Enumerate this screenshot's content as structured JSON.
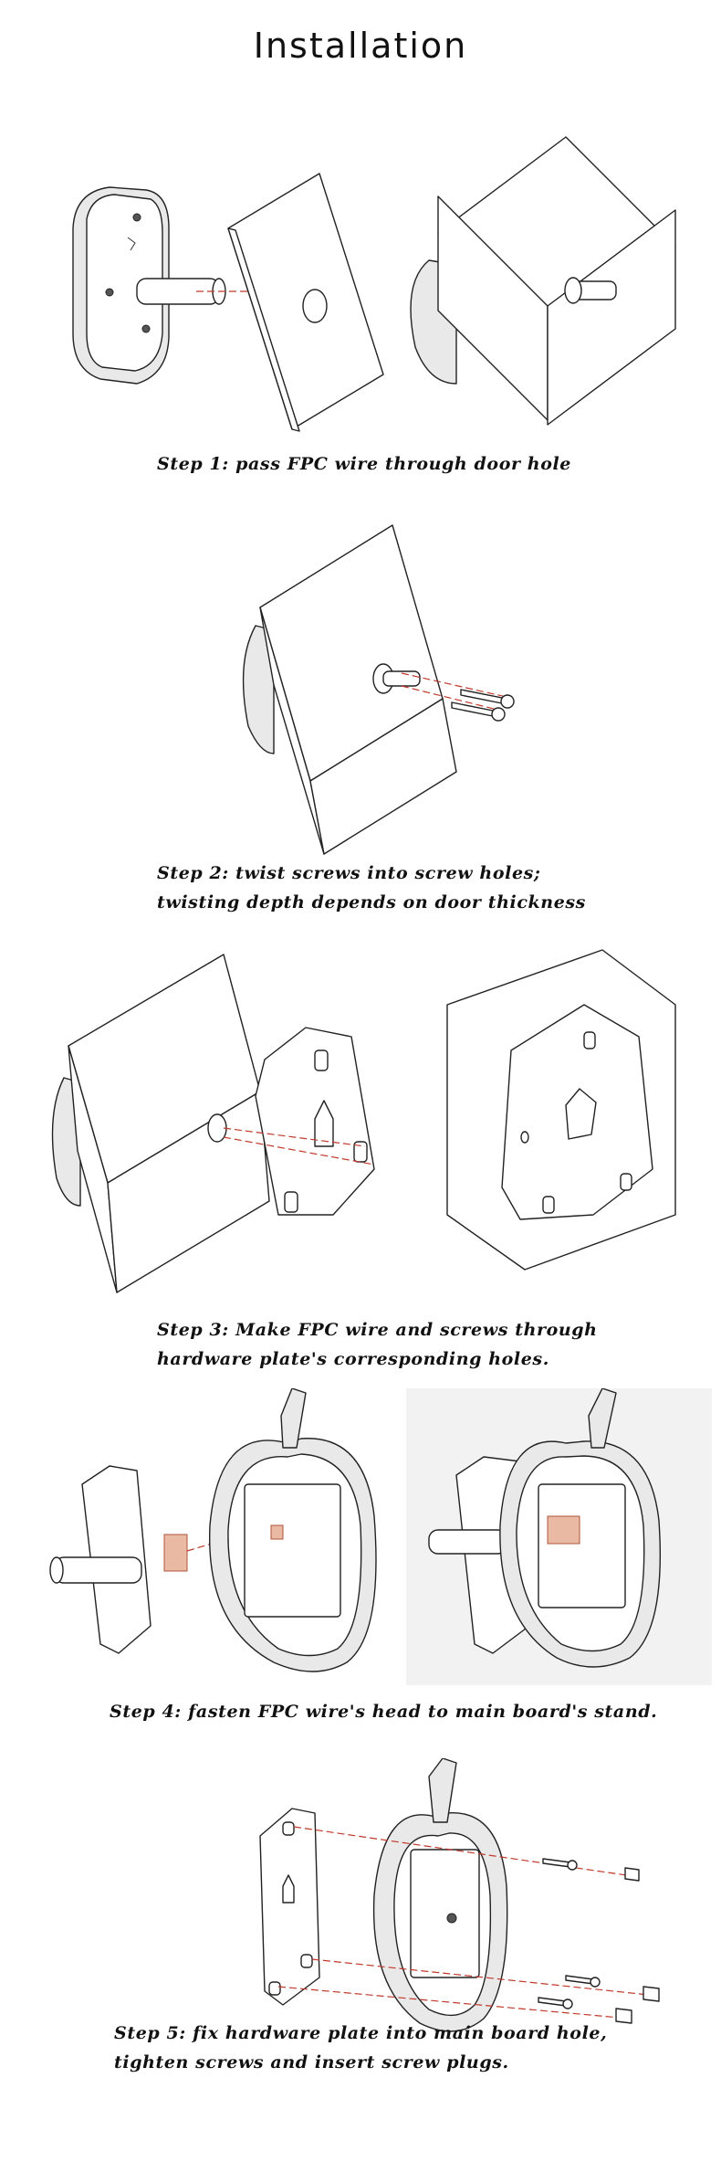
{
  "title": "Installation",
  "steps": [
    {
      "caption": "Step 1: pass FPC wire through door hole",
      "lines": [
        "Step 1: pass FPC wire through door hole"
      ]
    },
    {
      "caption": "Step 2: twist screws into screw holes; twisting depth depends on door thickness",
      "lines": [
        "Step 2: twist screws into screw holes;",
        "twisting depth depends on door thickness"
      ]
    },
    {
      "caption": "Step 3: Make FPC wire and screws through hardware plate's corresponding holes.",
      "lines": [
        "Step 3: Make FPC wire and screws through",
        "hardware plate's corresponding holes."
      ]
    },
    {
      "caption": "Step 4: fasten FPC wire's head to main board's stand.",
      "lines": [
        "Step 4: fasten FPC wire's head to main board's stand."
      ]
    },
    {
      "caption": "Step 5: fix hardware plate into main board hole, tighten screws and insert screw plugs.",
      "lines": [
        "Step 5: fix hardware plate into main board hole,",
        "tighten screws and insert screw plugs."
      ]
    }
  ]
}
